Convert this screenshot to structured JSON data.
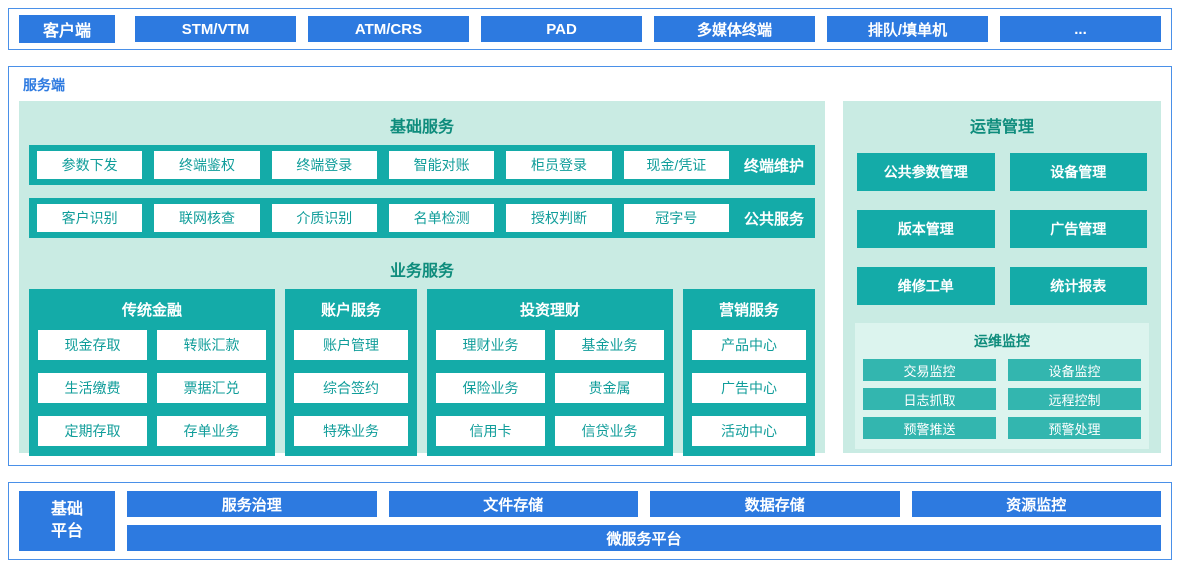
{
  "client": {
    "label": "客户端",
    "items": [
      "STM/VTM",
      "ATM/CRS",
      "PAD",
      "多媒体终端",
      "排队/填单机",
      "..."
    ]
  },
  "server": {
    "label": "服务端",
    "basic_services": {
      "title": "基础服务",
      "rows": [
        {
          "label": "终端维护",
          "items": [
            "参数下发",
            "终端鉴权",
            "终端登录",
            "智能对账",
            "柜员登录",
            "现金/凭证"
          ]
        },
        {
          "label": "公共服务",
          "items": [
            "客户识别",
            "联网核查",
            "介质识别",
            "名单检测",
            "授权判断",
            "冠字号"
          ]
        }
      ]
    },
    "business_services": {
      "title": "业务服务",
      "groups": [
        {
          "title": "传统金融",
          "items": [
            "现金存取",
            "转账汇款",
            "生活缴费",
            "票据汇兑",
            "定期存取",
            "存单业务"
          ]
        },
        {
          "title": "账户服务",
          "items": [
            "账户管理",
            "综合签约",
            "特殊业务"
          ]
        },
        {
          "title": "投资理财",
          "items": [
            "理财业务",
            "基金业务",
            "保险业务",
            "贵金属",
            "信用卡",
            "信贷业务"
          ]
        },
        {
          "title": "营销服务",
          "items": [
            "产品中心",
            "广告中心",
            "活动中心"
          ]
        }
      ]
    },
    "operations": {
      "title": "运营管理",
      "items": [
        "公共参数管理",
        "设备管理",
        "版本管理",
        "广告管理",
        "维修工单",
        "统计报表"
      ],
      "monitoring": {
        "title": "运维监控",
        "items": [
          "交易监控",
          "设备监控",
          "日志抓取",
          "远程控制",
          "预警推送",
          "预警处理"
        ]
      }
    }
  },
  "platform": {
    "label": "基础平台",
    "items": [
      "服务治理",
      "文件存储",
      "数据存储",
      "资源监控"
    ],
    "bar": "微服务平台"
  },
  "colors": {
    "blue": "#2d7ae0",
    "border_blue": "#4a90e8",
    "teal": "#14aba8",
    "teal_light": "#33b6af",
    "mint": "#c9ebe3",
    "mint_light": "#dcf4ee",
    "title_green": "#0e8c7c"
  }
}
